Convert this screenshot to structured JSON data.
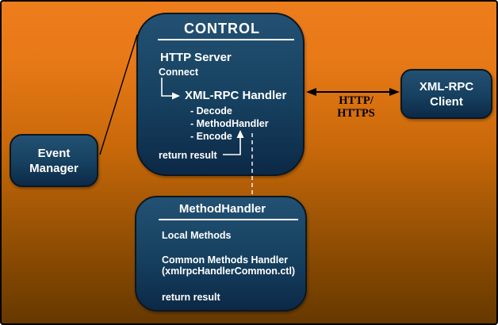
{
  "diagram": {
    "control": {
      "title": "CONTROL",
      "http_server": "HTTP Server",
      "connect": "Connect",
      "xmlrpc_handler": "XML-RPC Handler",
      "items": [
        "- Decode",
        "- MethodHandler",
        "- Encode"
      ],
      "return_result": "return result"
    },
    "xmlrpc_client": {
      "lines": [
        "XML-RPC",
        "Client"
      ]
    },
    "event_manager": {
      "lines": [
        "Event",
        "Manager"
      ]
    },
    "method_handler": {
      "title": "MethodHandler",
      "local_methods": "Local Methods",
      "common_methods": "Common Methods Handler",
      "common_methods_file": "(xmlrpcHandlerCommon.ctl)",
      "return_result": "return result"
    },
    "connection": {
      "label_line1": "HTTP/",
      "label_line2": "HTTPS"
    },
    "colors": {
      "background_top": "#EE7D1C",
      "background_bottom": "#663800",
      "node_top": "#235173",
      "node_bottom": "#0C2947",
      "node_border": "#0A1723",
      "text": "#FFFFFF",
      "black_lines": "#000000",
      "white_lines": "#FFFFFF"
    }
  }
}
